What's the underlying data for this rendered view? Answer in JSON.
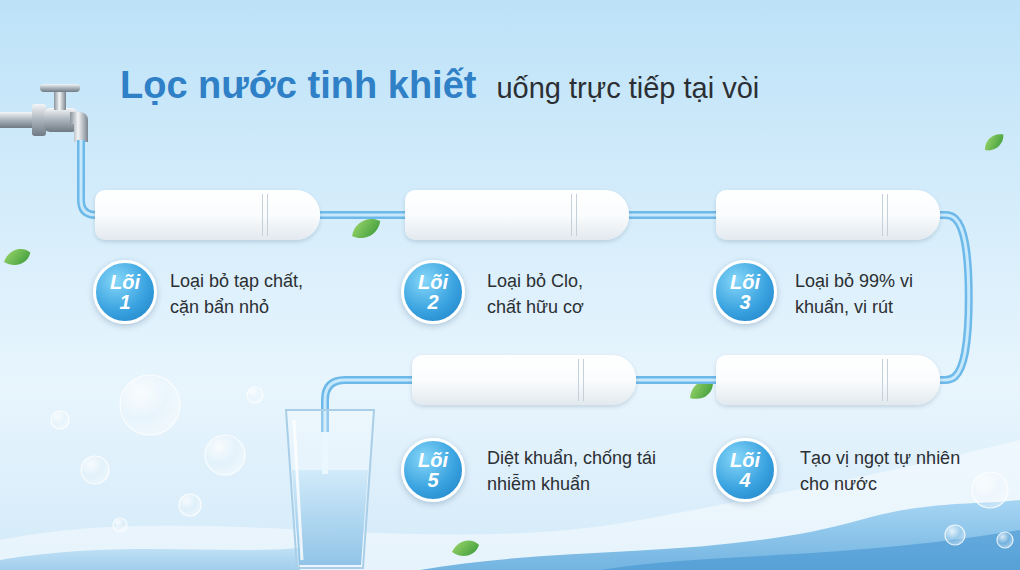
{
  "diagram": {
    "title": "Lọc nước tinh khiết",
    "nodes": [
      {
        "text": [
          "Lõi 1",
          "Loại bỏ tạp chất, cặn bẩn nhỏ"
        ]
      },
      {
        "text": [
          "Lõi 2",
          "Loại bỏ Clo, chất hữu cơ"
        ]
      },
      {
        "text": [
          "Lõi 3",
          "Loại bỏ 99% vi khuẩn, vi rút"
        ]
      },
      {
        "text": [
          "Lõi 4",
          "Tạo vị ngọt tự nhiên cho nước"
        ]
      },
      {
        "text": [
          "Lõi 5",
          "Diệt khuẩn, chống tái nhiễm khuẩn"
        ]
      }
    ],
    "edges": [
      {
        "from": 0,
        "to": 1,
        "arrow": "none"
      },
      {
        "from": 1,
        "to": 2,
        "arrow": "none"
      },
      {
        "from": 2,
        "to": 3,
        "arrow": "none"
      },
      {
        "from": 3,
        "to": 4,
        "arrow": "none"
      }
    ],
    "labels": [
      "uống trực tiếp tại vòi"
    ]
  }
}
